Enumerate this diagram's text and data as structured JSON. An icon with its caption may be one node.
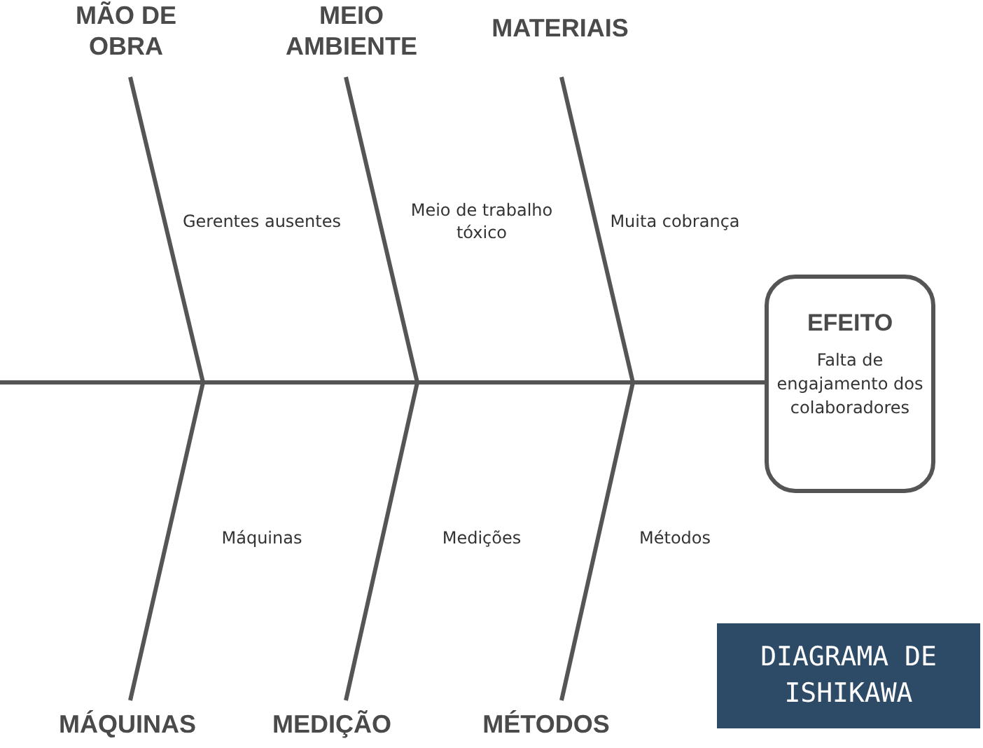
{
  "diagram": {
    "title": "DIAGRAMA DE ISHIKAWA",
    "nodes": [
      {
        "text": [
          "MÃO DE OBRA"
        ]
      },
      {
        "text": [
          "MEIO AMBIENTE"
        ]
      },
      {
        "text": [
          "MATERIAIS"
        ]
      },
      {
        "text": [
          "MÁQUINAS"
        ]
      },
      {
        "text": [
          "MEDIÇÃO"
        ]
      },
      {
        "text": [
          "MÉTODOS"
        ]
      },
      {
        "text": [
          "EFEITO",
          "Falta de engajamento dos colaboradores"
        ]
      }
    ],
    "edges": [
      {
        "from": 0,
        "to": null,
        "arrow": "none"
      },
      {
        "from": 1,
        "to": null,
        "arrow": "none"
      },
      {
        "from": 2,
        "to": null,
        "arrow": "none"
      },
      {
        "from": 3,
        "to": null,
        "arrow": "none"
      },
      {
        "from": 4,
        "to": null,
        "arrow": "none"
      },
      {
        "from": 5,
        "to": null,
        "arrow": "none"
      },
      {
        "from": null,
        "to": 6,
        "arrow": "none"
      }
    ],
    "labels": [
      "Gerentes ausentes",
      "Meio de trabalho tóxico",
      "Muita cobrança",
      "Máquinas",
      "Medições",
      "Métodos"
    ]
  }
}
